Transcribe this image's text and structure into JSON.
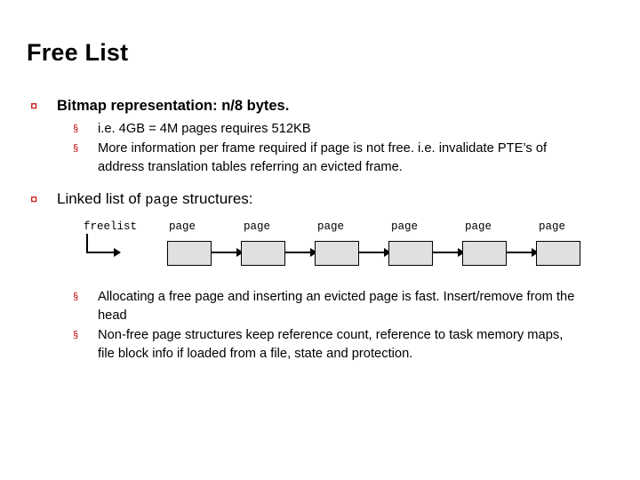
{
  "slide": {
    "title": "Free List",
    "bullet_marker": "¤",
    "sub_marker": "§",
    "bullets": [
      {
        "level1": "Bitmap representation: n/8 bytes.",
        "subs": [
          "i.e. 4GB = 4M pages  requires 512KB",
          "More information per frame required if page is not free. i.e. invalidate PTE’s of address translation tables referring an evicted frame."
        ]
      },
      {
        "level1_prefix": "Linked list of ",
        "level1_mono": "page",
        "level1_suffix": " structures:",
        "subs": [
          "Allocating a free page and inserting an evicted page is fast. Insert/remove from the head",
          "Non-free page structures keep reference count, reference to task memory maps, file block info if loaded from a file, state and protection."
        ]
      }
    ],
    "diagram": {
      "head_label": "freelist",
      "node_label": "page",
      "node_count": 6,
      "box_fill": "#e0e0e0",
      "box_border": "#000000"
    }
  }
}
